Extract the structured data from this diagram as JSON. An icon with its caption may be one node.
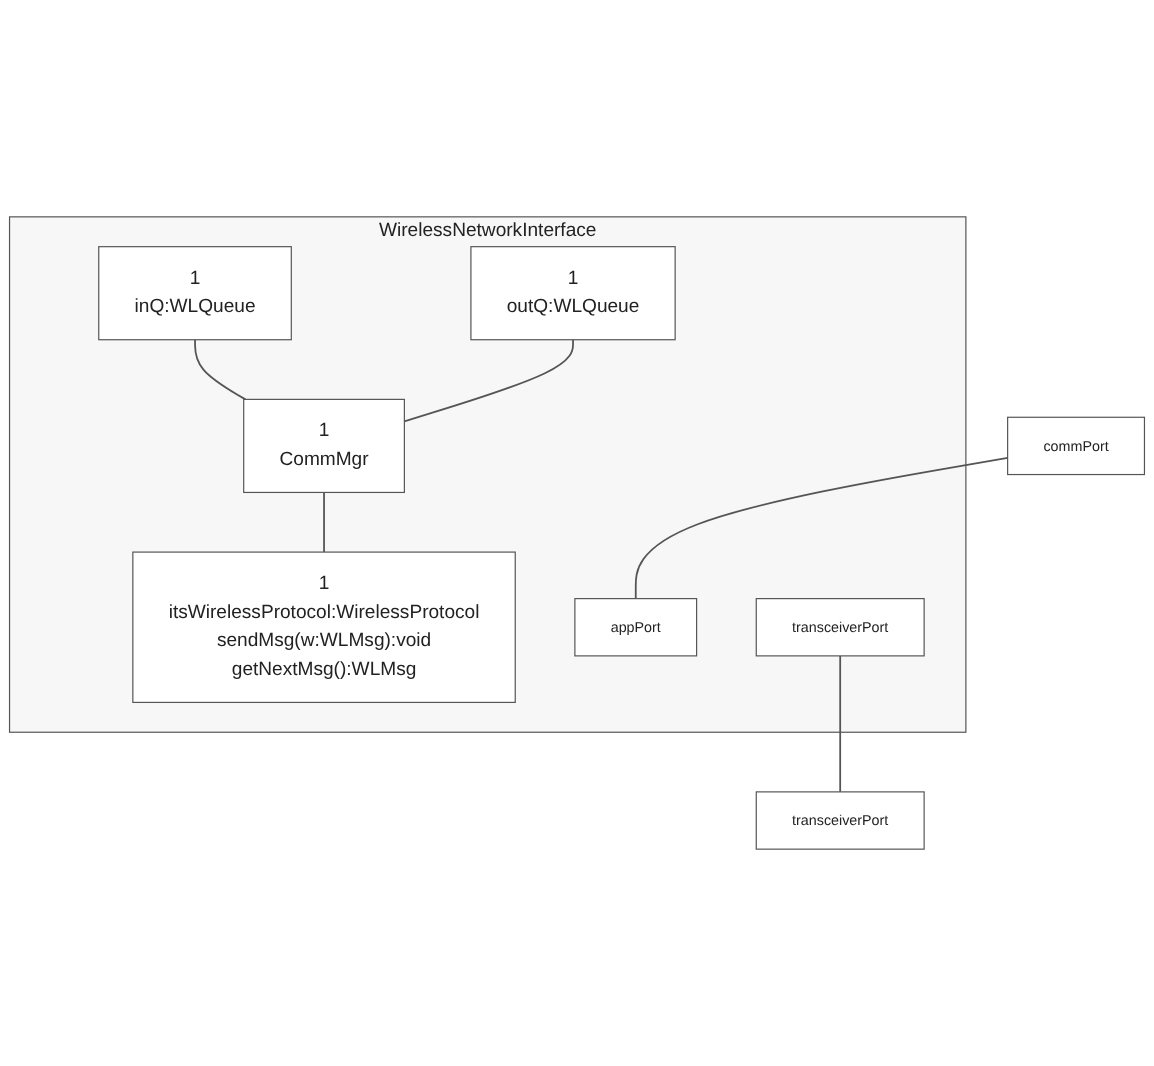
{
  "diagram": {
    "nodes": [
      {
        "text": [
          "WirelessNetworkInterface"
        ]
      },
      {
        "text": [
          "1",
          "inQ:WLQueue"
        ],
        "in": 0
      },
      {
        "text": [
          "1",
          "outQ:WLQueue"
        ],
        "in": 0
      },
      {
        "text": [
          "1",
          "CommMgr"
        ],
        "in": 0
      },
      {
        "text": [
          "1",
          "itsWirelessProtocol:WirelessProtocol",
          "sendMsg(w:WLMsg):void",
          "getNextMsg():WLMsg"
        ],
        "in": 0
      },
      {
        "text": [
          "commPort"
        ]
      },
      {
        "text": [
          "appPort"
        ],
        "in": 0
      },
      {
        "text": [
          "transceiverPort"
        ],
        "in": 0
      },
      {
        "text": [
          "transceiverPort"
        ]
      }
    ],
    "edges": [
      {
        "from": 1,
        "to": 3,
        "arrow": "none"
      },
      {
        "from": 2,
        "to": 3,
        "arrow": "none"
      },
      {
        "from": 5,
        "to": 6,
        "arrow": "none"
      },
      {
        "from": 3,
        "to": 4,
        "arrow": "none"
      },
      {
        "from": 7,
        "to": 8,
        "arrow": "none"
      }
    ]
  }
}
